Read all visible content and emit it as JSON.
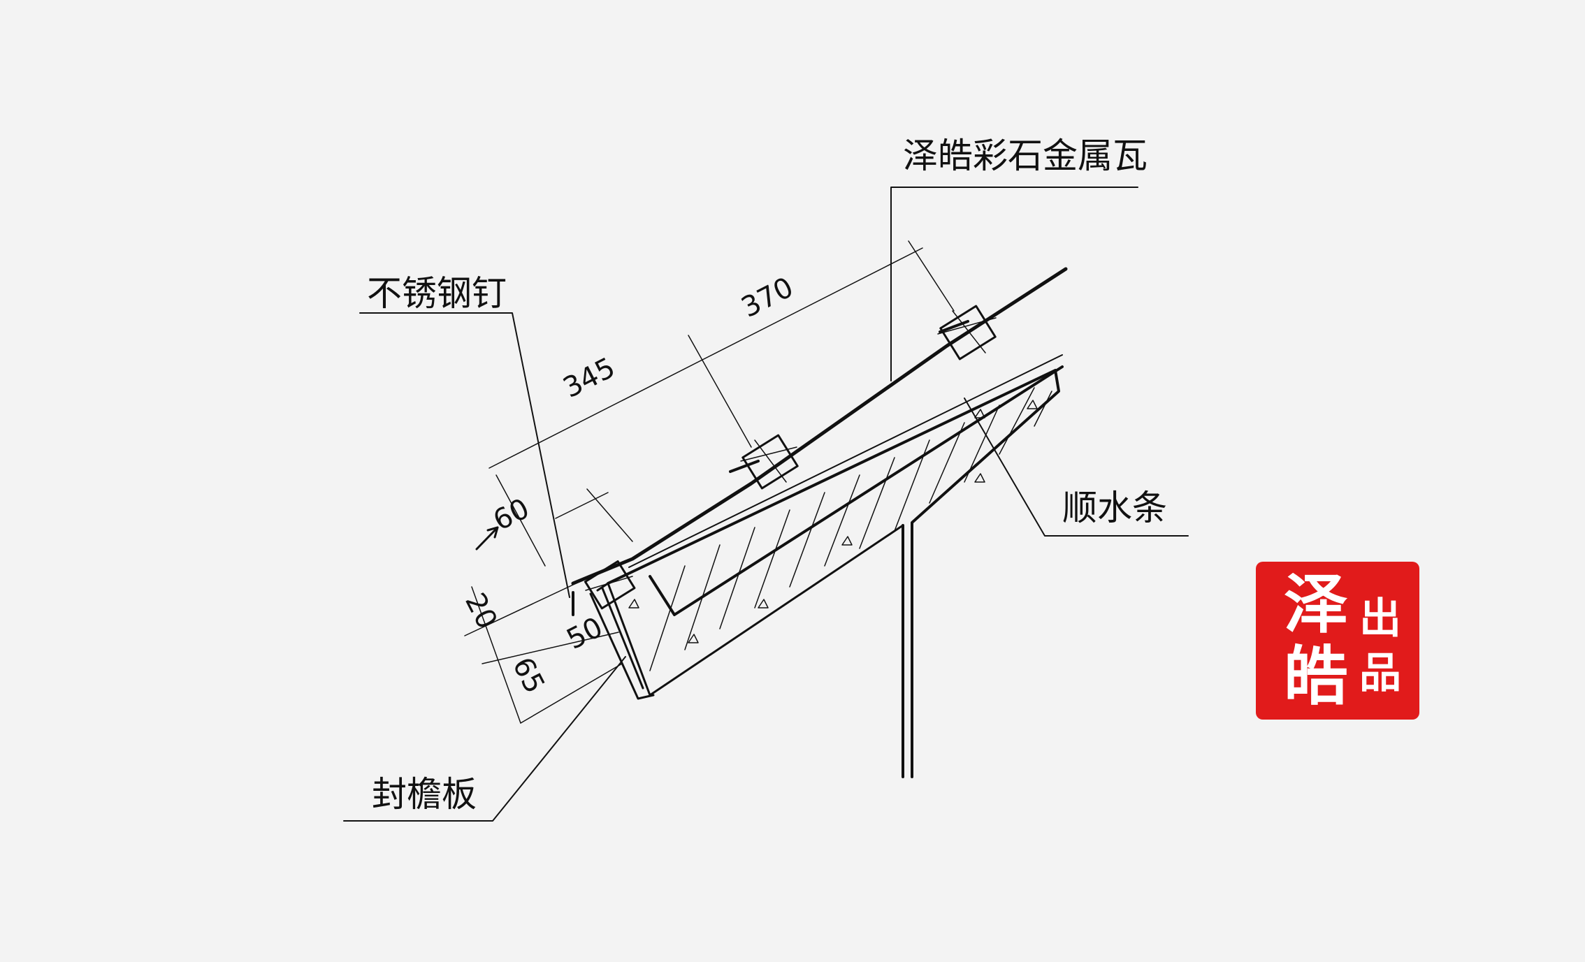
{
  "labels": {
    "metal_tile": "泽皓彩石金属瓦",
    "nail": "不锈钢钉",
    "batten": "顺水条",
    "fascia": "封檐板"
  },
  "dimensions": [
    "370",
    "345",
    "60",
    "20",
    "50",
    "65"
  ],
  "seal": {
    "chars": [
      "泽",
      "皓",
      "出",
      "品"
    ],
    "color": "#e11b1b"
  }
}
